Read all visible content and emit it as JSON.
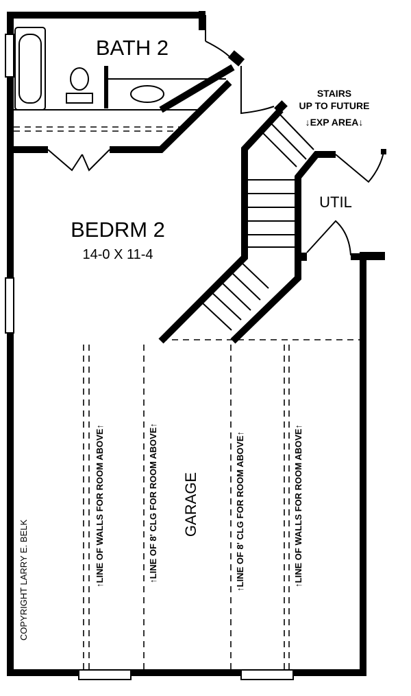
{
  "rooms": {
    "bath": "BATH 2",
    "bedroom": "BEDRM 2",
    "bedroom_size": "14-0 X 11-4",
    "util": "UTIL",
    "garage": "GARAGE"
  },
  "stairs_note": {
    "line1": "STAIRS",
    "line2": "UP TO FUTURE",
    "line3": "↓EXP AREA↓"
  },
  "garage_notes": [
    "↑LINE OF WALLS FOR ROOM ABOVE↑",
    "↑LINE OF 8' CLG FOR ROOM ABOVE↑",
    "↑LINE OF 8' CLG FOR ROOM ABOVE↑",
    "↑LINE OF WALLS FOR ROOM ABOVE↑"
  ],
  "copyright": "COPYRIGHT LARRY E. BELK"
}
